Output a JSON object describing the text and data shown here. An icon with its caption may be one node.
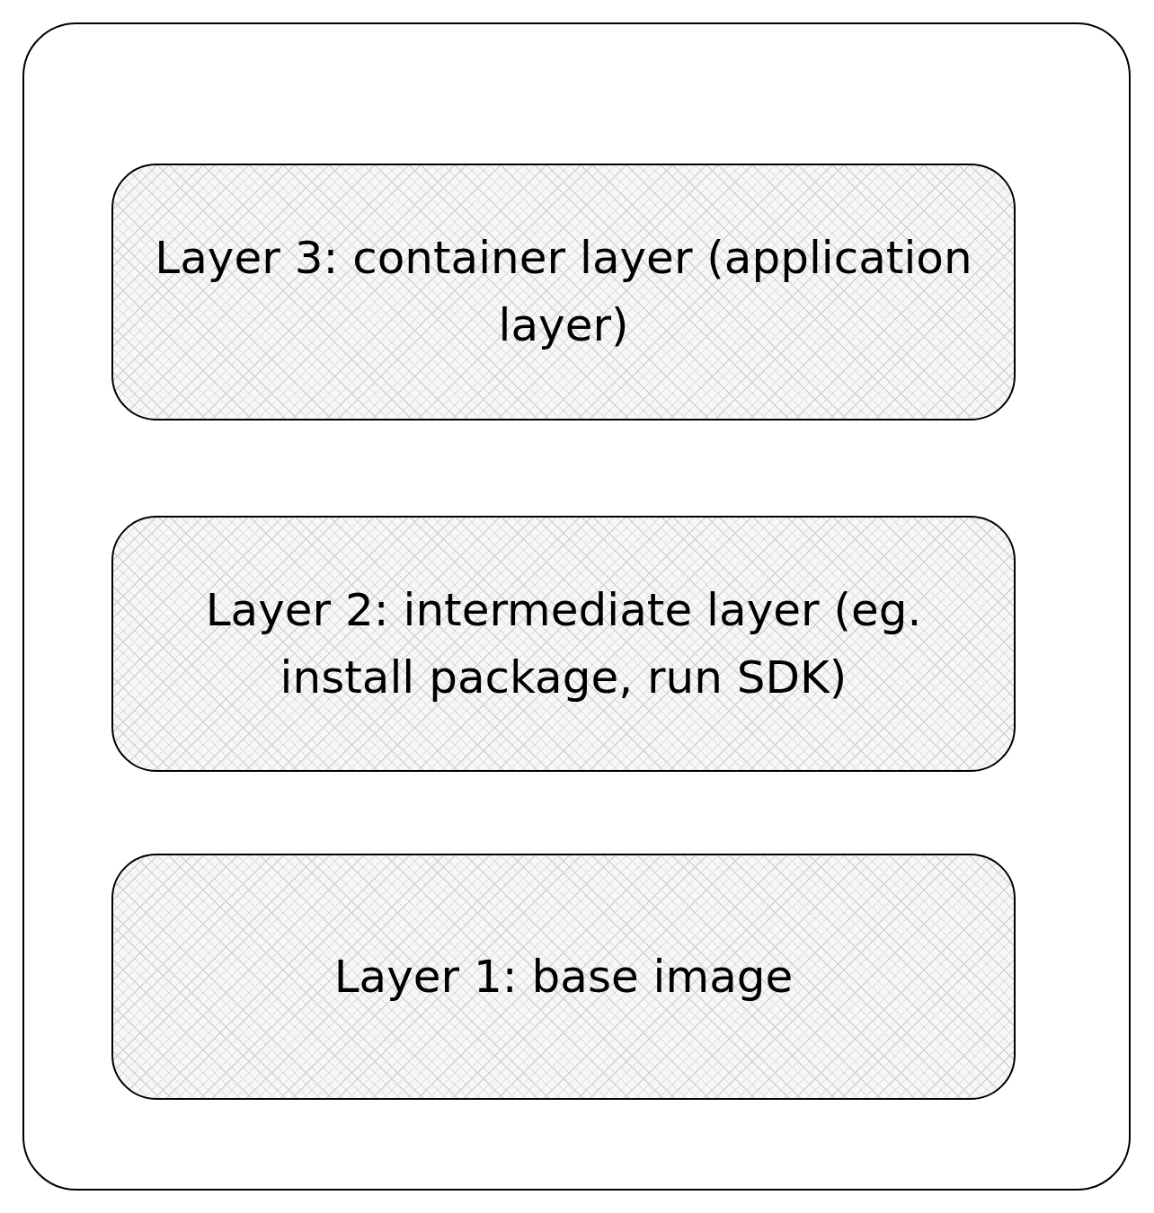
{
  "diagram": {
    "nodes": [
      {
        "text": [],
        "shape": "box"
      },
      {
        "text": [
          "Layer 3: container layer (application layer)"
        ],
        "in": 0
      },
      {
        "text": [
          "Layer 2: intermediate layer (eg. install package, run SDK)"
        ],
        "in": 0
      },
      {
        "text": [
          "Layer 1: base image"
        ],
        "in": 0
      }
    ]
  }
}
